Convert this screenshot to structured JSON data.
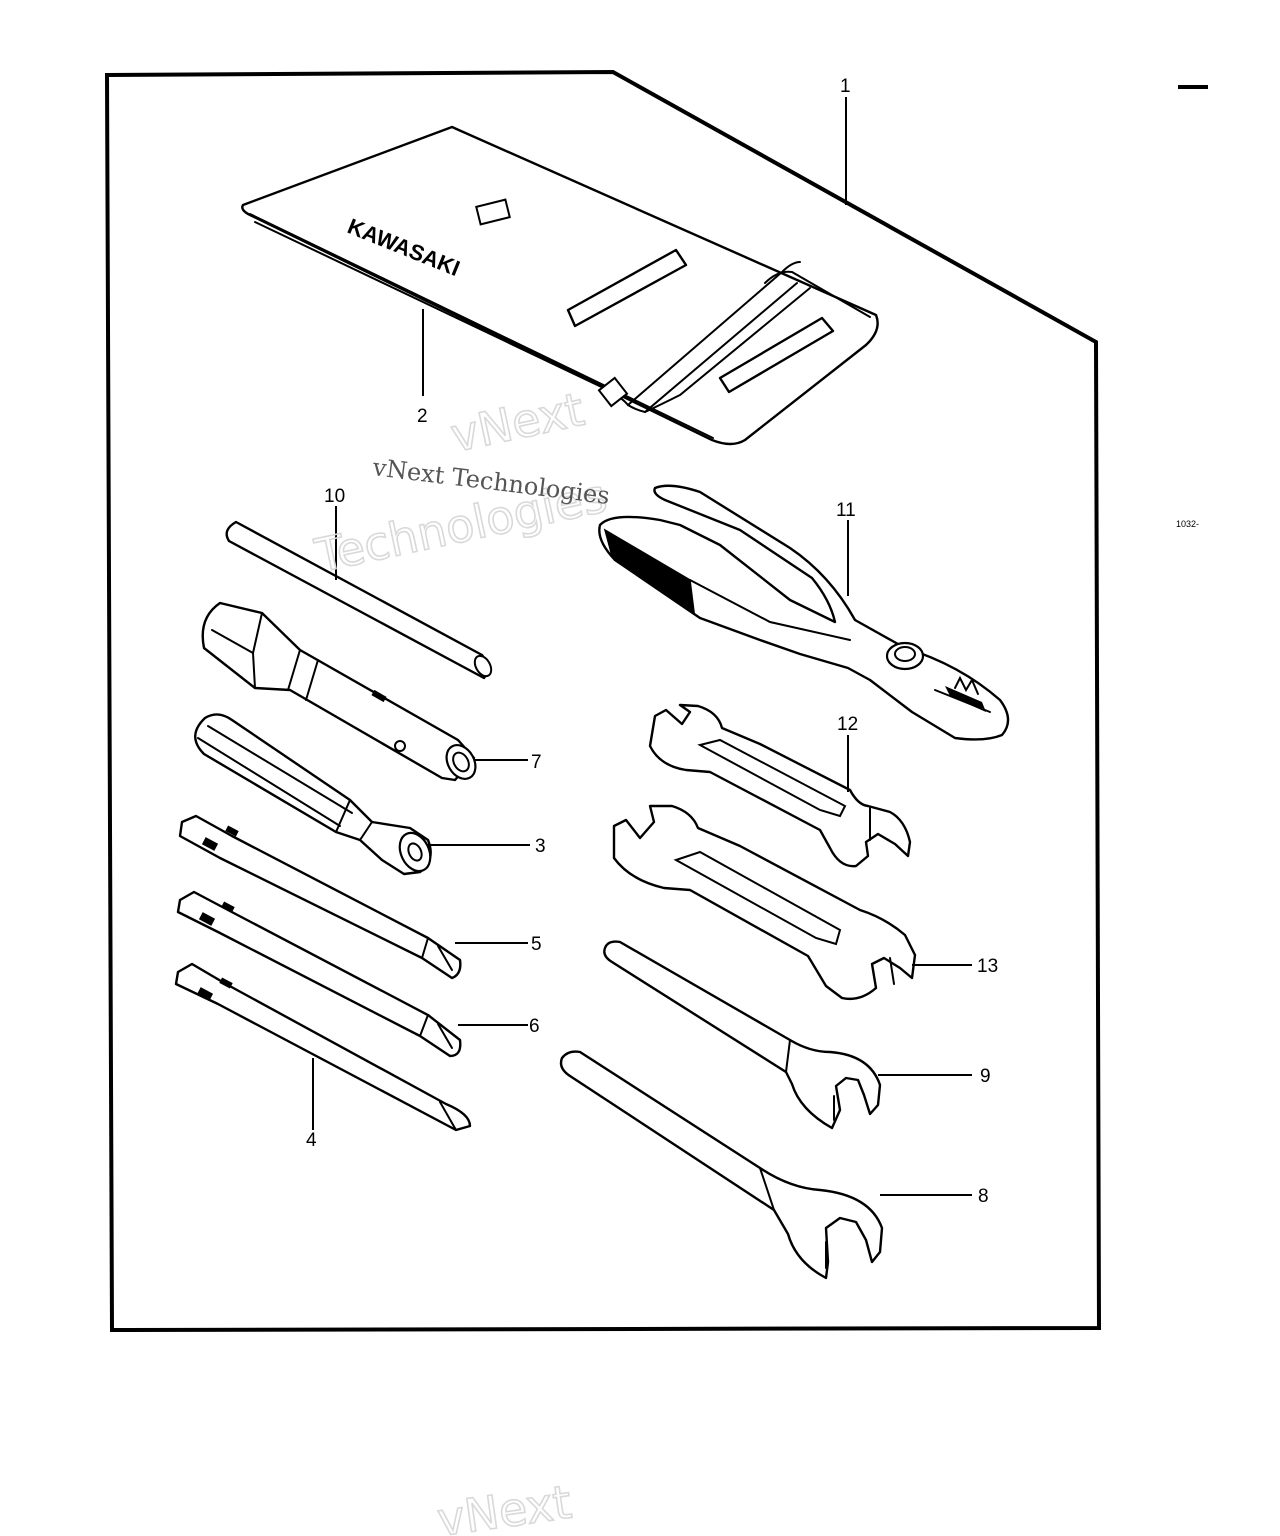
{
  "diagram": {
    "brand_text": "KAWASAKI",
    "reference_code": "1032-",
    "watermark": {
      "text_top": "vNext",
      "text_mid": "vNext Technologies",
      "text_outline": "Technologies",
      "text_bottom": "vNext"
    },
    "callouts": [
      {
        "id": "callout-1",
        "label": "1"
      },
      {
        "id": "callout-2",
        "label": "2"
      },
      {
        "id": "callout-3",
        "label": "3"
      },
      {
        "id": "callout-4",
        "label": "4"
      },
      {
        "id": "callout-5",
        "label": "5"
      },
      {
        "id": "callout-6",
        "label": "6"
      },
      {
        "id": "callout-7",
        "label": "7"
      },
      {
        "id": "callout-8",
        "label": "8"
      },
      {
        "id": "callout-9",
        "label": "9"
      },
      {
        "id": "callout-10",
        "label": "10"
      },
      {
        "id": "callout-11",
        "label": "11"
      },
      {
        "id": "callout-12",
        "label": "12"
      },
      {
        "id": "callout-13",
        "label": "13"
      }
    ],
    "parts": [
      {
        "callout": "1",
        "icon": "tool-kit-outline-icon"
      },
      {
        "callout": "2",
        "icon": "tool-bag-icon"
      },
      {
        "callout": "3",
        "icon": "screwdriver-handle-icon"
      },
      {
        "callout": "4",
        "icon": "flat-screwdriver-bit-icon"
      },
      {
        "callout": "5",
        "icon": "phillips-screwdriver-bit-icon"
      },
      {
        "callout": "6",
        "icon": "phillips-screwdriver-bit-icon"
      },
      {
        "callout": "7",
        "icon": "spark-plug-wrench-icon"
      },
      {
        "callout": "8",
        "icon": "open-end-wrench-icon"
      },
      {
        "callout": "9",
        "icon": "open-end-wrench-icon"
      },
      {
        "callout": "10",
        "icon": "tommy-bar-icon"
      },
      {
        "callout": "11",
        "icon": "pliers-icon"
      },
      {
        "callout": "12",
        "icon": "double-open-end-wrench-icon"
      },
      {
        "callout": "13",
        "icon": "double-open-end-wrench-icon"
      }
    ]
  }
}
